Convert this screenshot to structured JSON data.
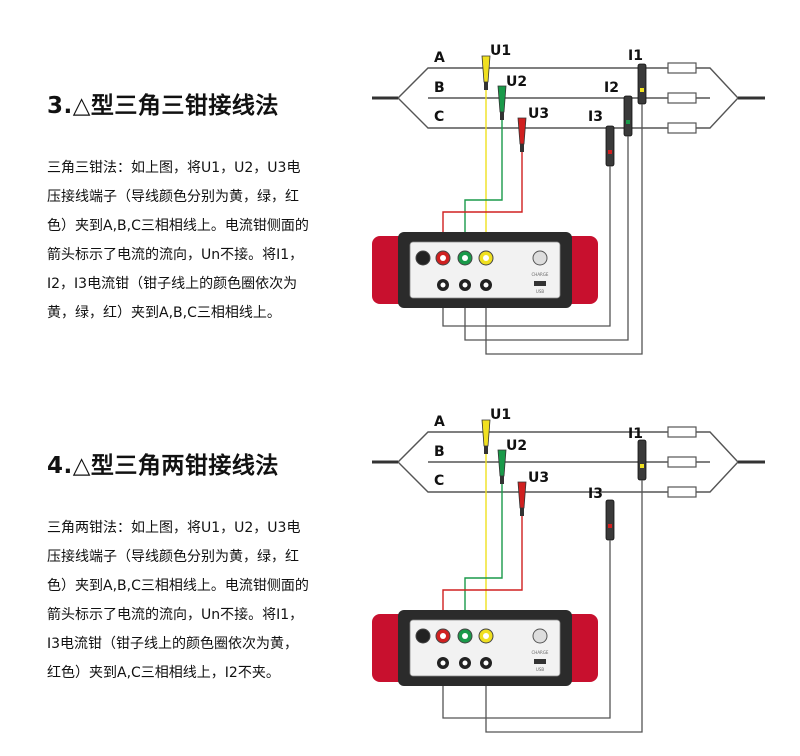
{
  "sections": [
    {
      "title": "3.△型三角三钳接线法",
      "desc_lines": [
        "三角三钳法：如上图，将U1，U2，U3电",
        "压接线端子（导线颜色分别为黄，绿，红",
        "色）夹到A,B,C三相相线上。电流钳侧面的",
        "箭头标示了电流的流向，Un不接。将I1，",
        "I2，I3电流钳（钳子线上的颜色圈依次为",
        "黄，绿，红）夹到A,B,C三相相线上。"
      ],
      "diagram": {
        "phases": [
          "A",
          "B",
          "C"
        ],
        "voltage_labels": [
          "U1",
          "U2",
          "U3"
        ],
        "current_labels": [
          "I1",
          "I2",
          "I3"
        ],
        "device_text": "CHARGE",
        "device_usb": "USB"
      }
    },
    {
      "title": "4.△型三角两钳接线法",
      "desc_lines": [
        "三角两钳法：如上图，将U1，U2，U3电",
        "压接线端子（导线颜色分别为黄，绿，红",
        "色）夹到A,B,C三相相线上。电流钳侧面的",
        "箭头标示了电流的流向，Un不接。将I1，",
        "I3电流钳（钳子线上的颜色圈依次为黄，",
        "红色）夹到A,C三相相线上，I2不夹。"
      ],
      "diagram": {
        "phases": [
          "A",
          "B",
          "C"
        ],
        "voltage_labels": [
          "U1",
          "U2",
          "U3"
        ],
        "current_labels": [
          "I1",
          "I3"
        ],
        "device_text": "CHARGE",
        "device_usb": "USB"
      }
    }
  ],
  "colors": {
    "yellow": "#f0e020",
    "green": "#1a9a4a",
    "red": "#d02020",
    "device_red": "#c8102e",
    "device_body": "#2b2b2b",
    "wire_gray": "#555555"
  }
}
